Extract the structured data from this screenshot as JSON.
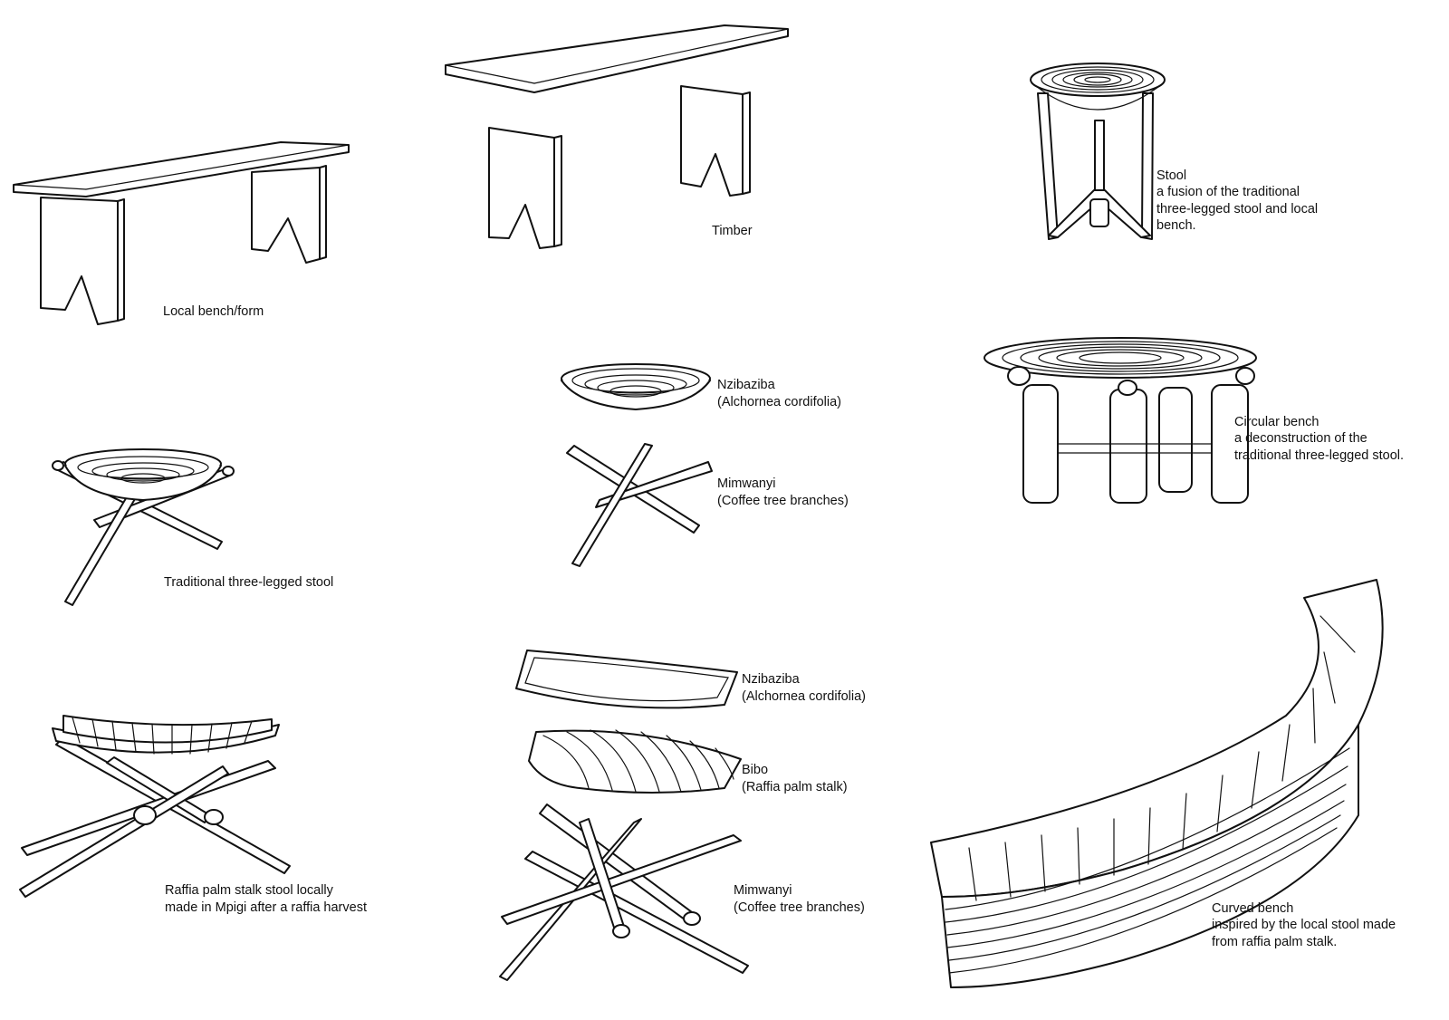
{
  "labels": {
    "local_bench": "Local bench/form",
    "timber": "Timber",
    "stool_title": "Stool",
    "stool_desc": "a fusion of the traditional\nthree-legged stool and local\nbench.",
    "nzibaziba_1": "Nzibaziba\n(Alchornea cordifolia)",
    "mimwanyi_1": "Mimwanyi\n(Coffee tree branches)",
    "circular_title": "Circular bench",
    "circular_desc": "a deconstruction of the\ntraditional three-legged stool.",
    "traditional_stool": "Traditional three-legged stool",
    "nzibaziba_2": "Nzibaziba\n(Alchornea cordifolia)",
    "bibo": "Bibo\n(Raffia palm stalk)",
    "mimwanyi_2": "Mimwanyi\n(Coffee tree branches)",
    "raffia_stool": "Raffia palm stalk stool locally\nmade in Mpigi after a raffia harvest",
    "curved_title": "Curved bench",
    "curved_desc": "inspired by the local stool made\nfrom raffia palm stalk."
  },
  "colors": {
    "line": "#111111",
    "background": "#ffffff"
  }
}
